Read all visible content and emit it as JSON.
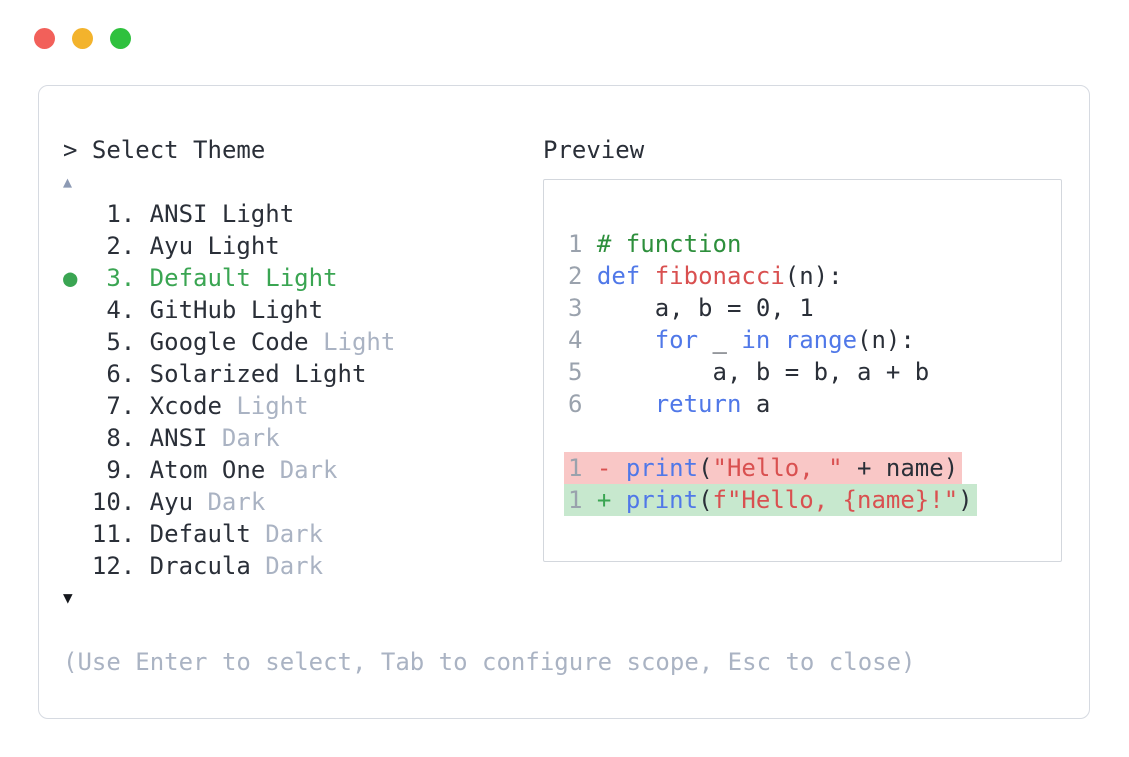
{
  "colors": {
    "light-red": "#f2605a",
    "light-yellow": "#f3b32c",
    "light-green": "#2fc13e",
    "panel-border": "#d6dae1",
    "preview-border": "#d3d7dd",
    "text": "#2a2f38",
    "dim": "#aab3c3",
    "arrow-up": "#8d9ab4",
    "arrow-down": "#15181d",
    "selected-green": "#3aa552",
    "comment-green": "#2d8f3c",
    "keyword-blue": "#5078e8",
    "accent-red": "#d95050",
    "line-num": "#9aa2ad",
    "diff-removed-bg": "#f9c7c6",
    "diff-added-bg": "#c7e8ce"
  },
  "window_controls": [
    "close",
    "minimize",
    "zoom"
  ],
  "theme_picker": {
    "prompt": "> Select Theme",
    "scroll_up": "▲",
    "scroll_down": "▼",
    "selected_bullet": "●",
    "footer_hint": "(Use Enter to select, Tab to configure scope, Esc to close)",
    "items": [
      {
        "num": "1.",
        "name": "ANSI",
        "variant": "Light",
        "dim": false,
        "selected": false
      },
      {
        "num": "2.",
        "name": "Ayu",
        "variant": "Light",
        "dim": false,
        "selected": false
      },
      {
        "num": "3.",
        "name": "Default",
        "variant": "Light",
        "dim": false,
        "selected": true
      },
      {
        "num": "4.",
        "name": "GitHub",
        "variant": "Light",
        "dim": false,
        "selected": false
      },
      {
        "num": "5.",
        "name": "Google Code",
        "variant": "Light",
        "dim": true,
        "selected": false
      },
      {
        "num": "6.",
        "name": "Solarized",
        "variant": "Light",
        "dim": false,
        "selected": false
      },
      {
        "num": "7.",
        "name": "Xcode",
        "variant": "Light",
        "dim": true,
        "selected": false
      },
      {
        "num": "8.",
        "name": "ANSI",
        "variant": "Dark",
        "dim": true,
        "selected": false
      },
      {
        "num": "9.",
        "name": "Atom One",
        "variant": "Dark",
        "dim": true,
        "selected": false
      },
      {
        "num": "10.",
        "name": "Ayu",
        "variant": "Dark",
        "dim": true,
        "selected": false
      },
      {
        "num": "11.",
        "name": "Default",
        "variant": "Dark",
        "dim": true,
        "selected": false
      },
      {
        "num": "12.",
        "name": "Dracula",
        "variant": "Dark",
        "dim": true,
        "selected": false
      }
    ]
  },
  "preview": {
    "title": "Preview",
    "lines": [
      {
        "tokens": [
          {
            "t": "1 ",
            "c": "num"
          },
          {
            "t": "# function",
            "c": "com"
          }
        ]
      },
      {
        "tokens": [
          {
            "t": "2 ",
            "c": "num"
          },
          {
            "t": "def",
            "c": "kw"
          },
          {
            "t": " ",
            "c": "plain"
          },
          {
            "t": "fibonacci",
            "c": "fn"
          },
          {
            "t": "(n):",
            "c": "plain"
          }
        ]
      },
      {
        "tokens": [
          {
            "t": "3 ",
            "c": "num"
          },
          {
            "t": "    a, b = 0, 1",
            "c": "plain"
          }
        ]
      },
      {
        "tokens": [
          {
            "t": "4 ",
            "c": "num"
          },
          {
            "t": "    ",
            "c": "plain"
          },
          {
            "t": "for",
            "c": "kw"
          },
          {
            "t": " _ ",
            "c": "plain"
          },
          {
            "t": "in",
            "c": "kw"
          },
          {
            "t": " ",
            "c": "plain"
          },
          {
            "t": "range",
            "c": "kw"
          },
          {
            "t": "(n):",
            "c": "plain"
          }
        ]
      },
      {
        "tokens": [
          {
            "t": "5 ",
            "c": "num"
          },
          {
            "t": "        a, b = b, a + b",
            "c": "plain"
          }
        ]
      },
      {
        "tokens": [
          {
            "t": "6 ",
            "c": "num"
          },
          {
            "t": "    ",
            "c": "plain"
          },
          {
            "t": "return",
            "c": "kw"
          },
          {
            "t": " a",
            "c": "plain"
          }
        ]
      },
      {
        "tokens": []
      },
      {
        "bg": "removed",
        "tokens": [
          {
            "t": "1 ",
            "c": "num"
          },
          {
            "t": "- ",
            "c": "minus"
          },
          {
            "t": "print",
            "c": "kw"
          },
          {
            "t": "(",
            "c": "plain"
          },
          {
            "t": "\"Hello, \"",
            "c": "str"
          },
          {
            "t": " + name)",
            "c": "plain"
          }
        ]
      },
      {
        "bg": "added",
        "tokens": [
          {
            "t": "1 ",
            "c": "num"
          },
          {
            "t": "+ ",
            "c": "plus"
          },
          {
            "t": "print",
            "c": "kw"
          },
          {
            "t": "(",
            "c": "plain"
          },
          {
            "t": "f\"Hello, {name}!\"",
            "c": "str"
          },
          {
            "t": ")",
            "c": "plain"
          }
        ]
      }
    ]
  }
}
